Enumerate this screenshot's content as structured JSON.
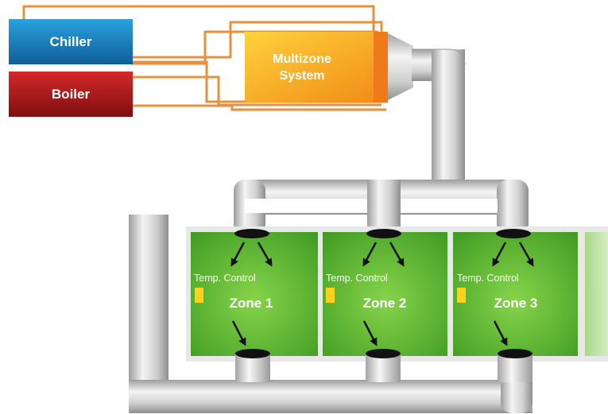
{
  "equipment": {
    "chiller": {
      "label": "Chiller",
      "color": "#1b86c4"
    },
    "boiler": {
      "label": "Boiler",
      "color": "#b3181c"
    },
    "multizone": {
      "line1": "Multizone",
      "line2": "System",
      "color": "#f7a21b"
    }
  },
  "zones": [
    {
      "name": "Zone 1",
      "control_label": "Temp. Control"
    },
    {
      "name": "Zone 2",
      "control_label": "Temp. Control"
    },
    {
      "name": "Zone 3",
      "control_label": "Temp. Control"
    }
  ],
  "colors": {
    "zone_green": "#5cb82f",
    "pipe_orange": "#e8913c",
    "duct_gray": "#c8c8c8",
    "sensor_yellow": "#ffd21a"
  }
}
